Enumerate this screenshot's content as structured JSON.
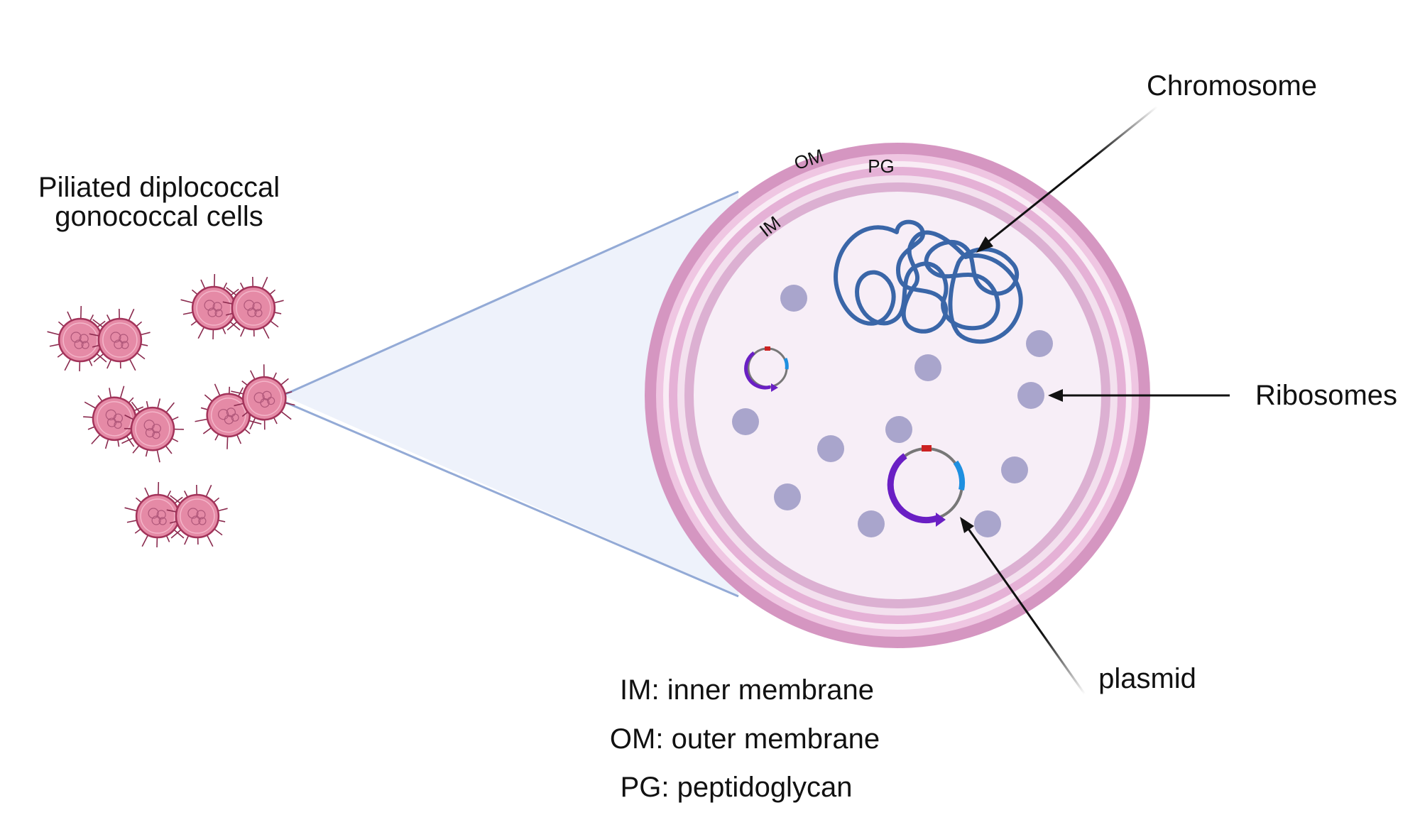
{
  "labels": {
    "cells_line1": "Piliated diplococcal",
    "cells_line2": "gonococcal cells",
    "chromosome": "Chromosome",
    "ribosomes": "Ribosomes",
    "plasmid": "plasmid",
    "om": "OM",
    "pg": "PG",
    "im": "IM"
  },
  "legend": [
    "IM: inner membrane",
    "OM: outer membrane",
    "PG: peptidoglycan"
  ],
  "colors": {
    "cell_fill": "#e58aa6",
    "cell_outline": "#a3335a",
    "pili": "#8a2a4e",
    "outer_membrane": "#d596c1",
    "membrane_light": "#efc6e2",
    "peptidoglycan": "#e5b1d6",
    "cytoplasm": "#f7eef7",
    "ribosome": "#a9a5cc",
    "chromosome": "#3a66a8",
    "plasmid_main": "#6a1fc4",
    "plasmid_accent": "#1e8fe0",
    "plasmid_marker": "#cc2222",
    "zoom_fill": "#eef2fb",
    "zoom_line": "#93aad6",
    "arrow": "#111111"
  }
}
